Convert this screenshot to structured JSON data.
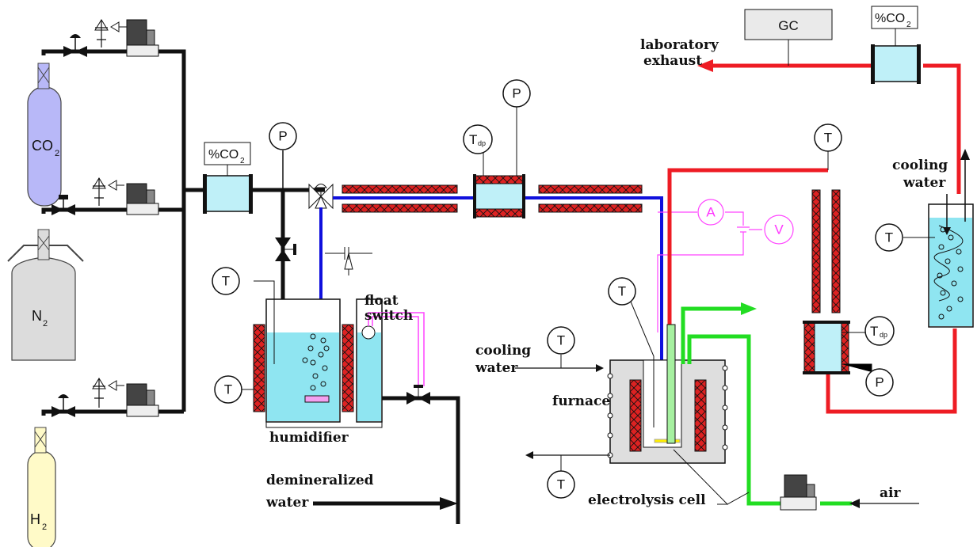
{
  "labels": {
    "gc": "GC",
    "laboratory_exhaust": "laboratory\nexhaust",
    "cooling_water_right": "cooling\nwater",
    "float_switch": "float\nswitch",
    "humidifier": "humidifier",
    "cooling_water_left": "cooling\nwater",
    "furnace": "furnace",
    "demineralized_water": "demineralized\nwater",
    "electrolysis_cell": "electrolysis cell",
    "air": "air"
  },
  "gas_cylinders": [
    {
      "id": "co2",
      "main": "CO",
      "sub": "2"
    },
    {
      "id": "n2",
      "main": "N",
      "sub": "2"
    },
    {
      "id": "h2",
      "main": "H",
      "sub": "2"
    }
  ],
  "co2_meter": {
    "main": "%CO",
    "sub": "2"
  },
  "gauges": {
    "t": "T",
    "p": "P",
    "a": "A",
    "v": "V",
    "tdp_main": "T",
    "tdp_sub": "dp"
  },
  "colors": {
    "red_line": "#ee1c24",
    "blue_line": "#1010dd",
    "green_line": "#22dd22",
    "pink_line": "#ff44ff",
    "water": "#bff0f8",
    "heater": "#dd2222",
    "co2_cylinder": "#b8b8f8",
    "n2_cylinder": "#dcdcdc",
    "h2_cylinder": "#fffac8"
  }
}
